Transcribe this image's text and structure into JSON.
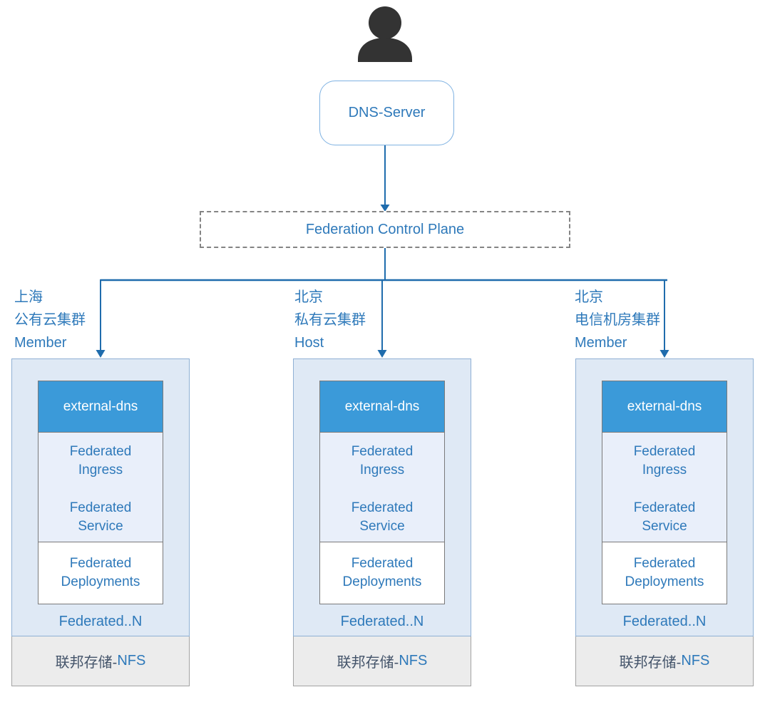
{
  "colors": {
    "connector": "#1f6cad",
    "accent-text": "#2e79ba",
    "extdns-bg": "#3b9ad9",
    "cluster-bg": "#dfe9f5",
    "inner-bg": "#e9effa",
    "nfs-bg": "#ececec",
    "storage-cn-text": "#44546a",
    "person": "#333333",
    "dns-border": "#7fb2e2",
    "dashed-border": "#848484",
    "stack-border": "#7a7a7a",
    "cluster-border": "#8fb0d4",
    "nfs-border": "#a3a3a3"
  },
  "nodes": {
    "user_icon": "user",
    "dns_server": "DNS-Server",
    "control_plane": "Federation Control Plane"
  },
  "clusters": [
    {
      "city": "上海",
      "type": "公有云集群",
      "role": "Member",
      "external_dns": "external-dns",
      "component_1": "Federated Ingress",
      "component_2": "Federated Service",
      "deployments": "Federated Deployments",
      "federated_n": "Federated..N",
      "storage_cn": "联邦存储-",
      "storage_en": "NFS"
    },
    {
      "city": "北京",
      "type": "私有云集群",
      "role": "Host",
      "external_dns": "external-dns",
      "component_1": "Federated Ingress",
      "component_2": "Federated Service",
      "deployments": "Federated Deployments",
      "federated_n": "Federated..N",
      "storage_cn": "联邦存储-",
      "storage_en": "NFS"
    },
    {
      "city": "北京",
      "type": "电信机房集群",
      "role": "Member",
      "external_dns": "external-dns",
      "component_1": "Federated Ingress",
      "component_2": "Federated Service",
      "deployments": "Federated Deployments",
      "federated_n": "Federated..N",
      "storage_cn": "联邦存储-",
      "storage_en": "NFS"
    }
  ]
}
